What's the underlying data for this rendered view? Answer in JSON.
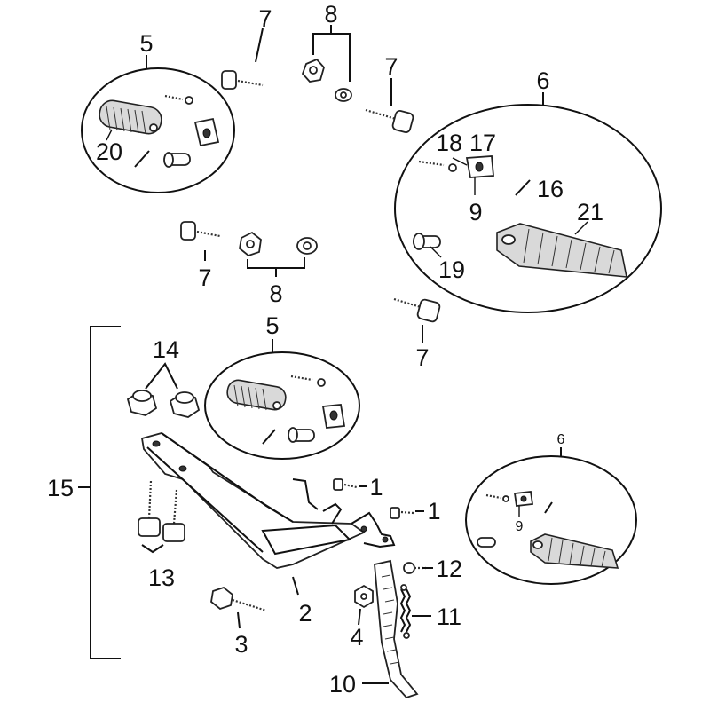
{
  "diagram": {
    "callouts": [
      {
        "id": "c-7-a",
        "text": "7"
      },
      {
        "id": "c-8-a",
        "text": "8"
      },
      {
        "id": "c-7-b",
        "text": "7"
      },
      {
        "id": "c-5-a",
        "text": "5"
      },
      {
        "id": "c-20",
        "text": "20"
      },
      {
        "id": "c-6-a",
        "text": "6"
      },
      {
        "id": "c-18",
        "text": "18"
      },
      {
        "id": "c-17",
        "text": "17"
      },
      {
        "id": "c-16",
        "text": "16"
      },
      {
        "id": "c-9-a",
        "text": "9"
      },
      {
        "id": "c-21",
        "text": "21"
      },
      {
        "id": "c-19",
        "text": "19"
      },
      {
        "id": "c-7-c",
        "text": "7"
      },
      {
        "id": "c-8-b",
        "text": "8"
      },
      {
        "id": "c-7-d",
        "text": "7"
      },
      {
        "id": "c-5-b",
        "text": "5"
      },
      {
        "id": "c-14",
        "text": "14"
      },
      {
        "id": "c-15",
        "text": "15"
      },
      {
        "id": "c-1-a",
        "text": "1"
      },
      {
        "id": "c-1-b",
        "text": "1"
      },
      {
        "id": "c-6-b",
        "text": "6"
      },
      {
        "id": "c-9-b",
        "text": "9"
      },
      {
        "id": "c-13",
        "text": "13"
      },
      {
        "id": "c-12",
        "text": "12"
      },
      {
        "id": "c-2",
        "text": "2"
      },
      {
        "id": "c-11",
        "text": "11"
      },
      {
        "id": "c-3",
        "text": "3"
      },
      {
        "id": "c-4",
        "text": "4"
      },
      {
        "id": "c-10",
        "text": "10"
      }
    ]
  }
}
